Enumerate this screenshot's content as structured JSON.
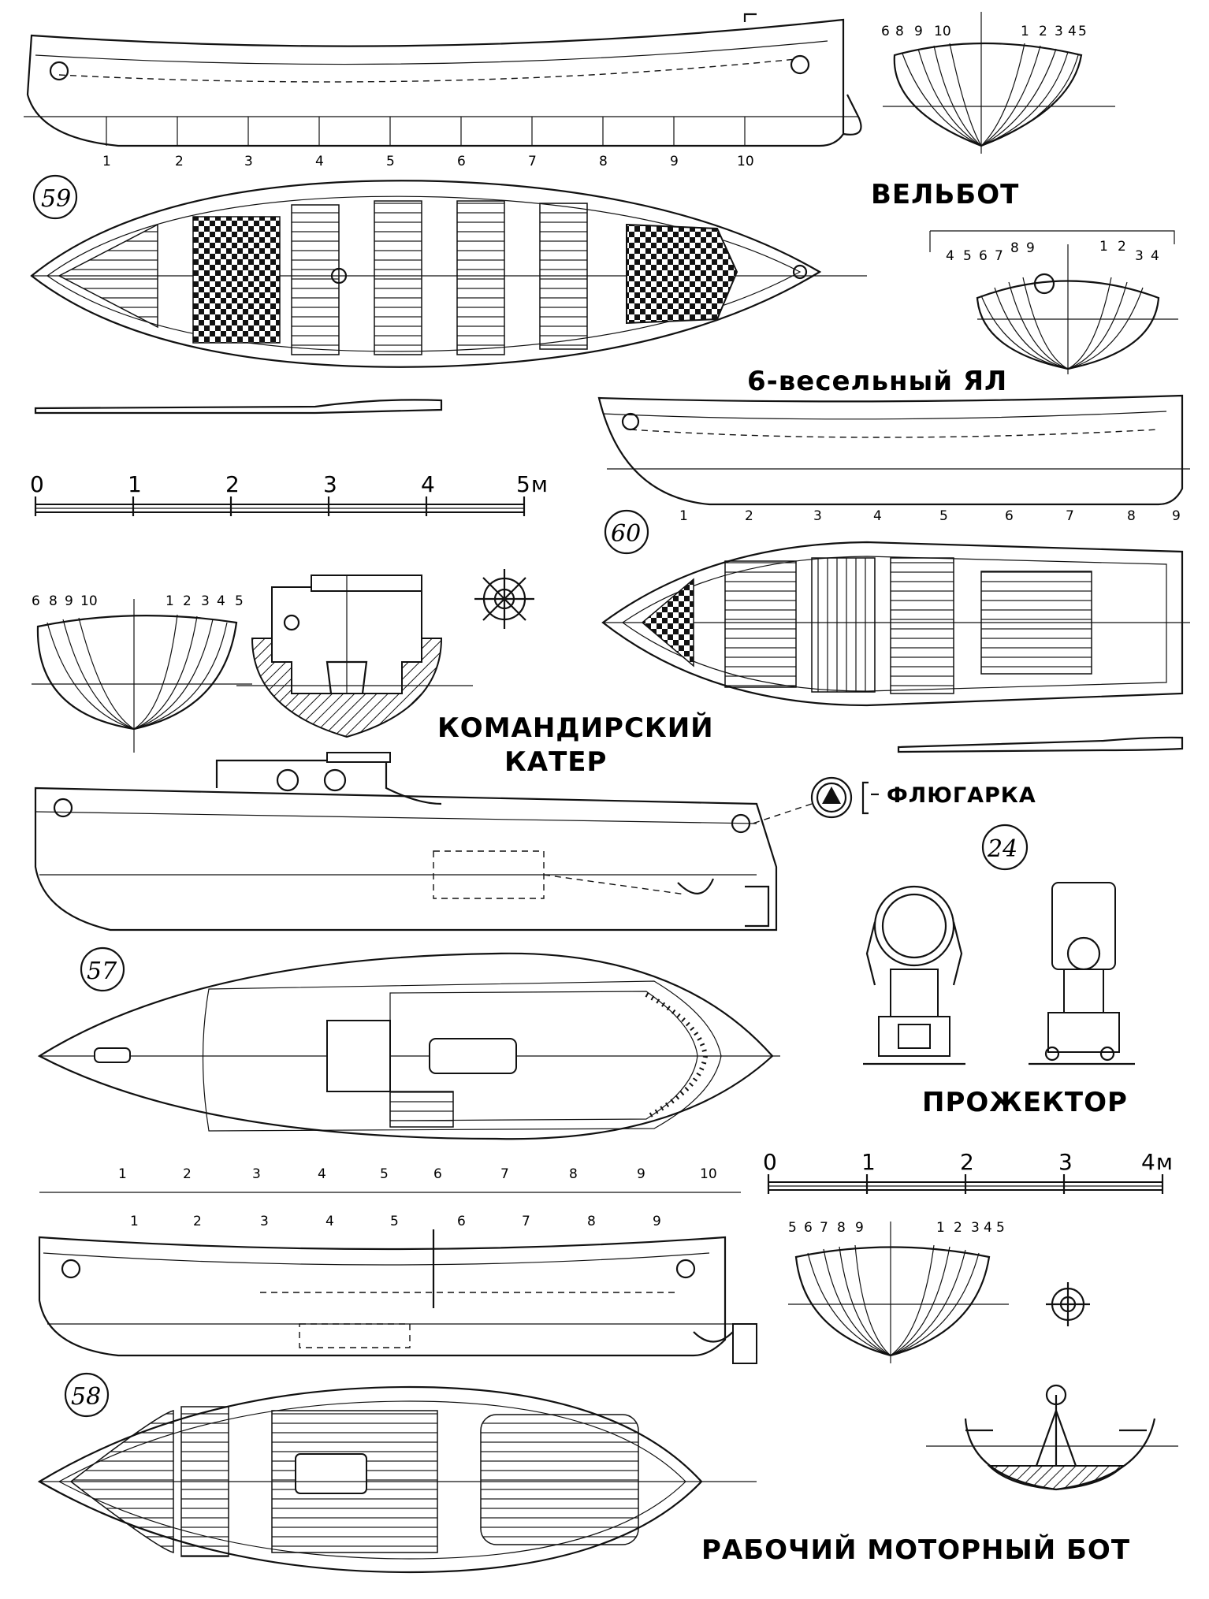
{
  "titles": {
    "velbot": "ВЕЛЬБОТ",
    "yal": "6-весельный ЯЛ",
    "kater_line1": "КОМАНДИРСКИЙ",
    "kater_line2": "КАТЕР",
    "flyugarka": "ФЛЮГАРКА",
    "prozhektor": "ПРОЖЕКТОР",
    "motorboat": "РАБОЧИЙ МОТОРНЫЙ БОТ"
  },
  "figure_numbers": {
    "velbot": "59",
    "yal": "60",
    "kater": "57",
    "motorboat": "58",
    "prozhektor": "24"
  },
  "scales": {
    "scale_5m": [
      "0",
      "1",
      "2",
      "3",
      "4",
      "5м"
    ],
    "scale_4m": [
      "0",
      "1",
      "2",
      "3",
      "4м"
    ]
  },
  "stations": {
    "velbot": [
      "1",
      "2",
      "3",
      "4",
      "5",
      "6",
      "7",
      "8",
      "9",
      "10"
    ],
    "yal": [
      "1",
      "2",
      "3",
      "4",
      "5",
      "6",
      "7",
      "8",
      "9"
    ],
    "kater_bottom": [
      "1",
      "2",
      "3",
      "4",
      "5",
      "6",
      "7",
      "8",
      "9",
      "10"
    ],
    "motorboat": [
      "1",
      "2",
      "3",
      "4",
      "5",
      "6",
      "7",
      "8",
      "9"
    ]
  },
  "body_plans": {
    "velbot": {
      "left": [
        "6",
        "8",
        "9",
        "10"
      ],
      "right": [
        "1",
        "2",
        "3",
        "4",
        "5"
      ]
    },
    "yal": {
      "left": [
        "4",
        "5",
        "6",
        "7",
        "8",
        "9"
      ],
      "right": [
        "1",
        "2",
        "3",
        "4"
      ]
    },
    "kater": {
      "left": [
        "6",
        "8",
        "9",
        "10"
      ],
      "right": [
        "1",
        "2",
        "3",
        "4",
        "5"
      ]
    },
    "motorboat": {
      "left": [
        "5",
        "6",
        "7",
        "8",
        "9"
      ],
      "right": [
        "1",
        "2",
        "3",
        "4",
        "5"
      ]
    }
  }
}
